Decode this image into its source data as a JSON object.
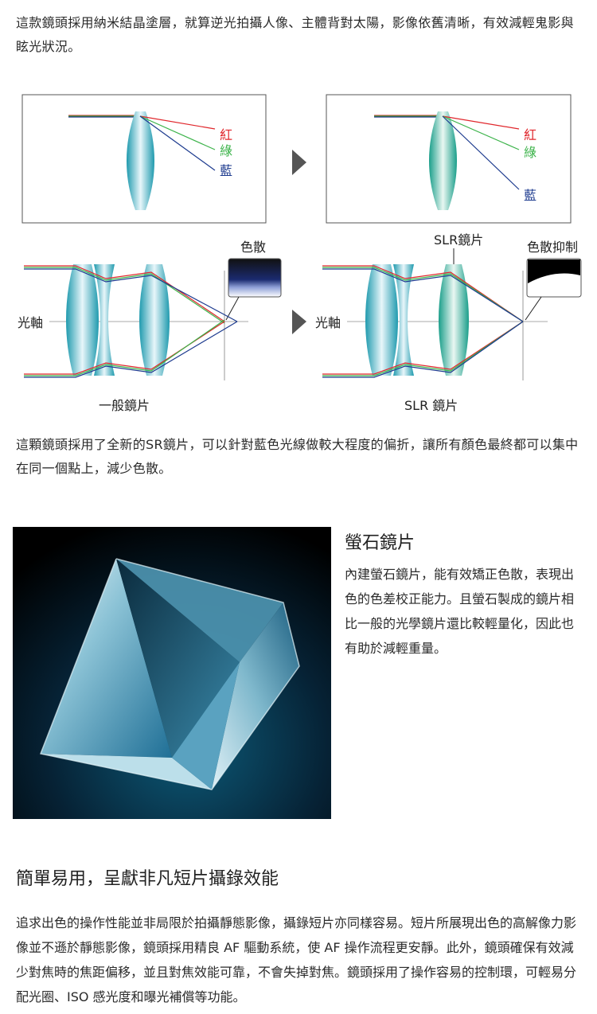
{
  "intro_text": "這款鏡頭採用納米結晶塗層，就算逆光拍攝人像、主體背對太陽，影像依舊清晰，有效減輕鬼影與眩光狀況。",
  "diagram": {
    "color_red": "紅",
    "color_green": "綠",
    "color_blue": "藍",
    "label_dispersion": "色散",
    "label_slr_element": "SLR鏡片",
    "label_dispersion_suppressed": "色散抑制",
    "label_optical_axis": "光軸",
    "caption_normal": "一般鏡片",
    "caption_slr": "SLR 鏡片"
  },
  "sr_text": "這顆鏡頭採用了全新的SR鏡片，可以針對藍色光線做較大程度的偏折，讓所有顏色最終都可以集中在同一個點上，減少色散。",
  "fluorite": {
    "title": "螢石鏡片",
    "body": "內建螢石鏡片，能有效矯正色散，表現出色的色差校正能力。且螢石製成的鏡片相比一般的光學鏡片還比較輕量化，因此也有助於減輕重量。"
  },
  "section": {
    "heading": "簡單易用，呈獻非凡短片攝錄效能",
    "body": "追求出色的操作性能並非局限於拍攝靜態影像，攝錄短片亦同樣容易。短片所展現出色的高解像力影像並不遜於靜態影像，鏡頭採用精良 AF 驅動系統，使 AF 操作流程更安靜。此外，鏡頭確保有效減少對焦時的焦距偏移，並且對焦效能可靠，不會失掉對焦。鏡頭採用了操作容易的控制環，可輕易分配光圈、ISO 感光度和曝光補償等功能。"
  },
  "colors": {
    "red": "#e0262b",
    "green": "#3cb34a",
    "blue": "#1c3a8e",
    "lens_teal": "#2a9fb0"
  }
}
